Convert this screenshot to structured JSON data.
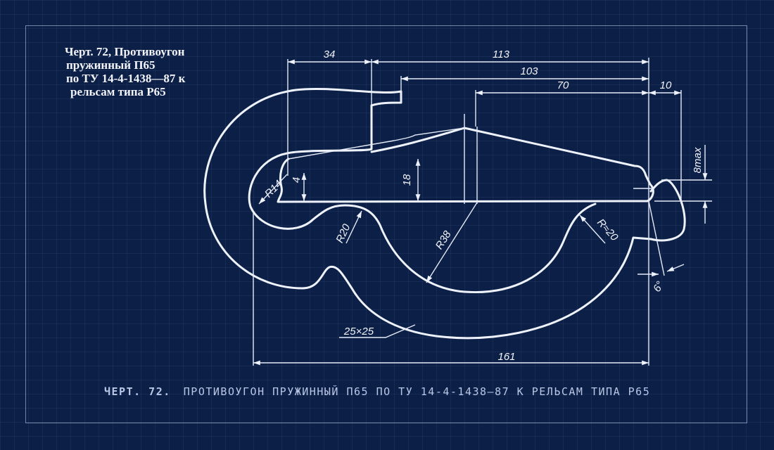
{
  "note": {
    "lines": [
      "Черт. 72, Противоугон",
      "пружинный П65",
      "по ТУ 14-4-1438—87 к",
      "рельсам типа Р65"
    ]
  },
  "dimensions": {
    "d34": "34",
    "d113": "113",
    "d103": "103",
    "d70": "70",
    "d10": "10",
    "d8max": "8max",
    "d18": "18",
    "d4": "4",
    "r14": "R14",
    "r20": "R20",
    "r38": "R38",
    "r20b": "R≈20",
    "a6": "6°",
    "s25": "25×25",
    "d161": "161"
  },
  "caption": {
    "number": "ЧЕРТ. 72.",
    "text": "ПРОТИВОУГОН ПРУЖИННЫЙ П65 ПО ТУ 14-4-1438—87 К РЕЛЬСАМ ТИПА Р65"
  },
  "colors": {
    "background": "#0c1f47",
    "line": "#eef2fb",
    "caption": "#b9c7e6"
  }
}
